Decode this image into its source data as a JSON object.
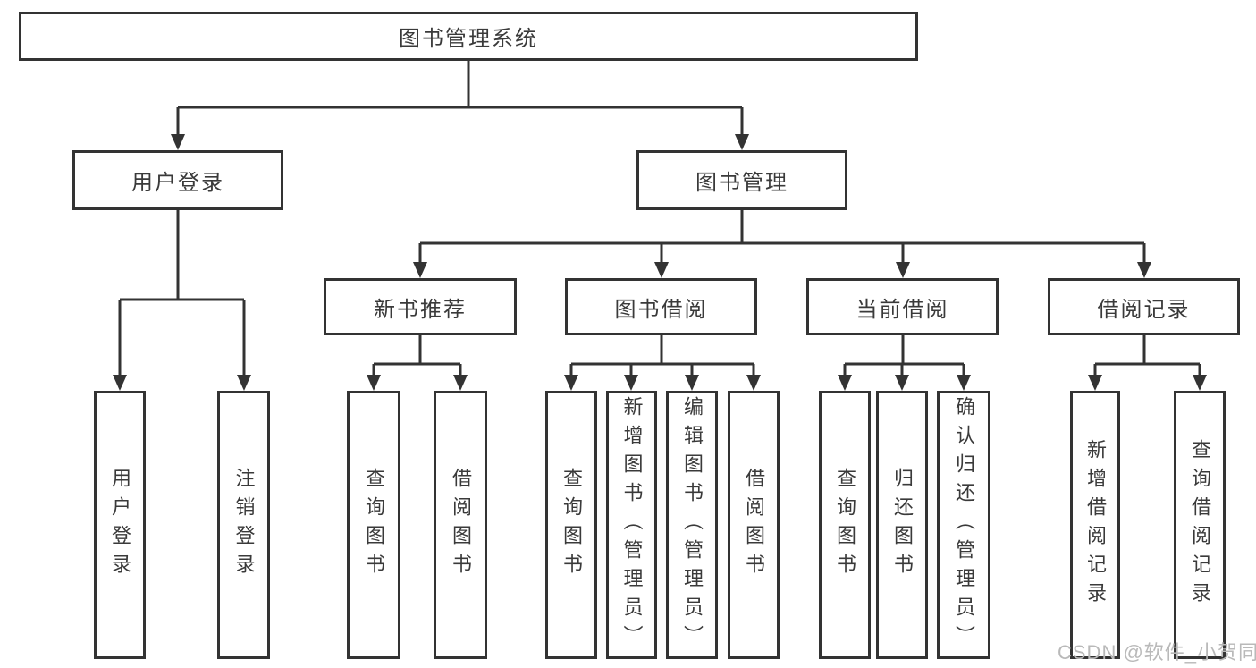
{
  "diagram": {
    "root": {
      "label": "图书管理系统"
    },
    "branches": {
      "user_login": {
        "label": "用户登录",
        "children": [
          "用户登录",
          "注销登录"
        ]
      },
      "book_management": {
        "label": "图书管理",
        "sections": {
          "new_books": {
            "label": "新书推荐",
            "children": [
              "查询图书",
              "借阅图书"
            ]
          },
          "book_borrow": {
            "label": "图书借阅",
            "children": [
              "查询图书",
              "新增图书（管理员）",
              "编辑图书（管理员）",
              "借阅图书"
            ]
          },
          "current_borrow": {
            "label": "当前借阅",
            "children": [
              "查询图书",
              "归还图书",
              "确认归还（管理员）"
            ]
          },
          "borrow_records": {
            "label": "借阅记录",
            "children": [
              "新增借阅记录",
              "查询借阅记录"
            ]
          }
        }
      }
    },
    "watermark": "CSDN @软件_小贺同学",
    "colors": {
      "line": "#333333",
      "text": "#3a3a3a",
      "watermark": "#b9b9b9",
      "background": "#ffffff"
    }
  }
}
